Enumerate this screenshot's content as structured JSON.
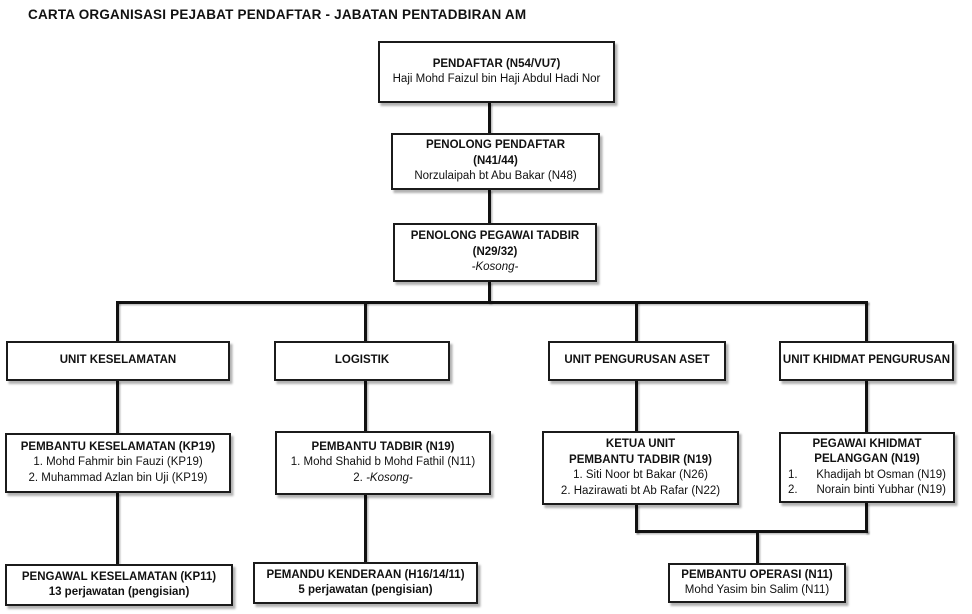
{
  "title": "CARTA ORGANISASI PEJABAT PENDAFTAR - JABATAN PENTADBIRAN AM",
  "colors": {
    "line": "#111111",
    "box_border": "#1b1b1b",
    "box_background": "#ffffff",
    "text": "#111111"
  },
  "nodes": {
    "pendaftar": {
      "title": "PENDAFTAR (N54/VU7)",
      "name": "Haji Mohd Faizul bin Haji Abdul Hadi Nor"
    },
    "penolong_pendaftar": {
      "title": "PENOLONG PENDAFTAR",
      "grade": "(N41/44)",
      "name": "Norzulaipah bt Abu Bakar (N48)"
    },
    "penolong_pegawai_tadbir": {
      "title": "PENOLONG PEGAWAI TADBIR",
      "grade": "(N29/32)",
      "vacant": "-Kosong-"
    },
    "unit_keselamatan": {
      "title": "UNIT KESELAMATAN"
    },
    "logistik": {
      "title": "LOGISTIK"
    },
    "unit_pengurusan_aset": {
      "title": "UNIT PENGURUSAN ASET"
    },
    "unit_khidmat_pengurusan": {
      "title": "UNIT KHIDMAT PENGURUSAN"
    },
    "pembantu_keselamatan": {
      "title": "PEMBANTU KESELAMATAN (KP19)",
      "members": [
        "1. Mohd Fahmir bin Fauzi (KP19)",
        "2. Muhammad Azlan bin Uji (KP19)"
      ]
    },
    "pembantu_tadbir": {
      "title": "PEMBANTU TADBIR (N19)",
      "member1": "1. Mohd Shahid b Mohd Fathil (N11)",
      "member2_num": "2.",
      "member2_vacant": "-Kosong-"
    },
    "ketua_unit_pembantu_tadbir": {
      "title1": "KETUA UNIT",
      "title2": "PEMBANTU TADBIR (N19)",
      "members": [
        "1. Siti Noor bt Bakar (N26)",
        "2. Hazirawati bt Ab Rafar (N22)"
      ]
    },
    "pegawai_khidmat_pelanggan": {
      "title1": "PEGAWAI KHIDMAT",
      "title2": "PELANGGAN (N19)",
      "members": [
        {
          "num": "1.",
          "name": "Khadijah bt Osman (N19)"
        },
        {
          "num": "2.",
          "name": "Norain binti Yubhar (N19)"
        }
      ]
    },
    "pengawal_keselamatan": {
      "title": "PENGAWAL KESELAMATAN (KP11)",
      "detail": "13 perjawatan (pengisian)"
    },
    "pemandu_kenderaan": {
      "title": "PEMANDU KENDERAAN (H16/14/11)",
      "detail": "5 perjawatan (pengisian)"
    },
    "pembantu_operasi": {
      "title": "PEMBANTU OPERASI (N11)",
      "name": "Mohd Yasim bin Salim (N11)"
    }
  }
}
